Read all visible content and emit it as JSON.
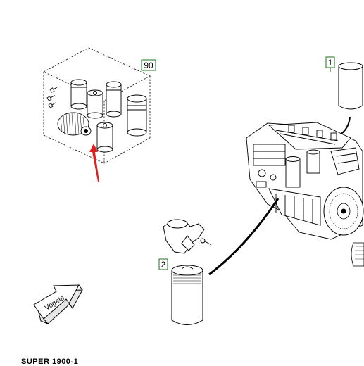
{
  "callouts": [
    {
      "label": "90"
    },
    {
      "label": "1"
    },
    {
      "label": "2"
    }
  ],
  "logo": {
    "text": "Vogele"
  },
  "footer": {
    "text": "SUPER 1900-1"
  },
  "colors": {
    "line": "#000000",
    "callout_box": "#1a7a1a",
    "arrow": "#e02020"
  }
}
